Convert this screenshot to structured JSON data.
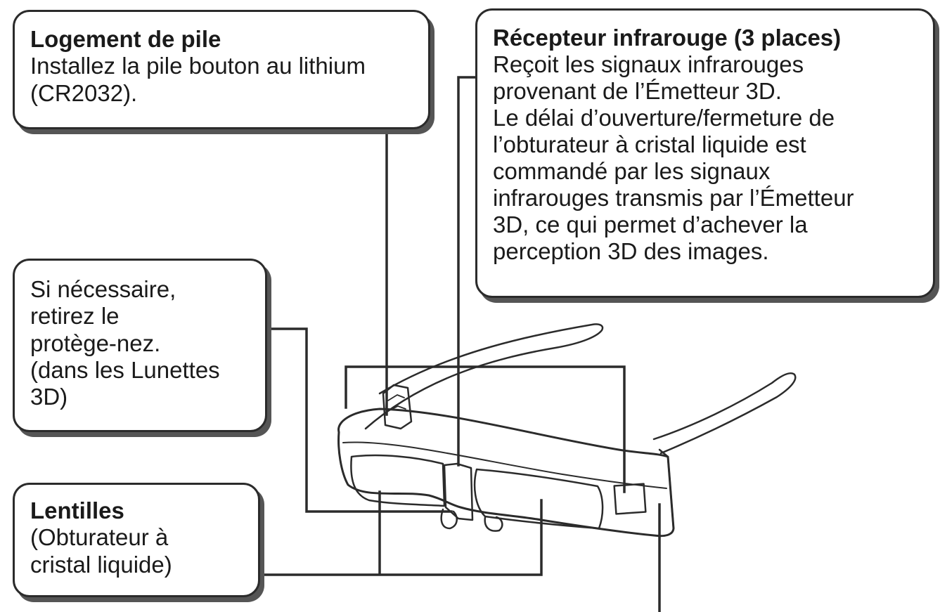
{
  "callouts": {
    "battery": {
      "title": "Logement de pile",
      "lines": [
        "Installez la pile bouton au lithium",
        "(CR2032)."
      ]
    },
    "receiver": {
      "title": "Récepteur infrarouge (3 places)",
      "lines": [
        "Reçoit les signaux infrarouges",
        "provenant de l’Émetteur 3D.",
        "Le délai d’ouverture/fermeture de",
        "l’obturateur à cristal liquide est",
        "commandé par les signaux",
        "infrarouges transmis par l’Émetteur",
        "3D, ce qui permet d’achever la",
        "perception 3D des images."
      ]
    },
    "nose": {
      "lines": [
        "Si nécessaire,",
        "retirez le",
        "protège-nez.",
        "(dans les Lunettes",
        "3D)"
      ]
    },
    "lenses": {
      "title": "Lentilles",
      "lines": [
        "(Obturateur à",
        "cristal liquide)"
      ]
    }
  },
  "colors": {
    "stroke": "#2b2b2b",
    "shadow": "#555555",
    "background": "#ffffff"
  }
}
